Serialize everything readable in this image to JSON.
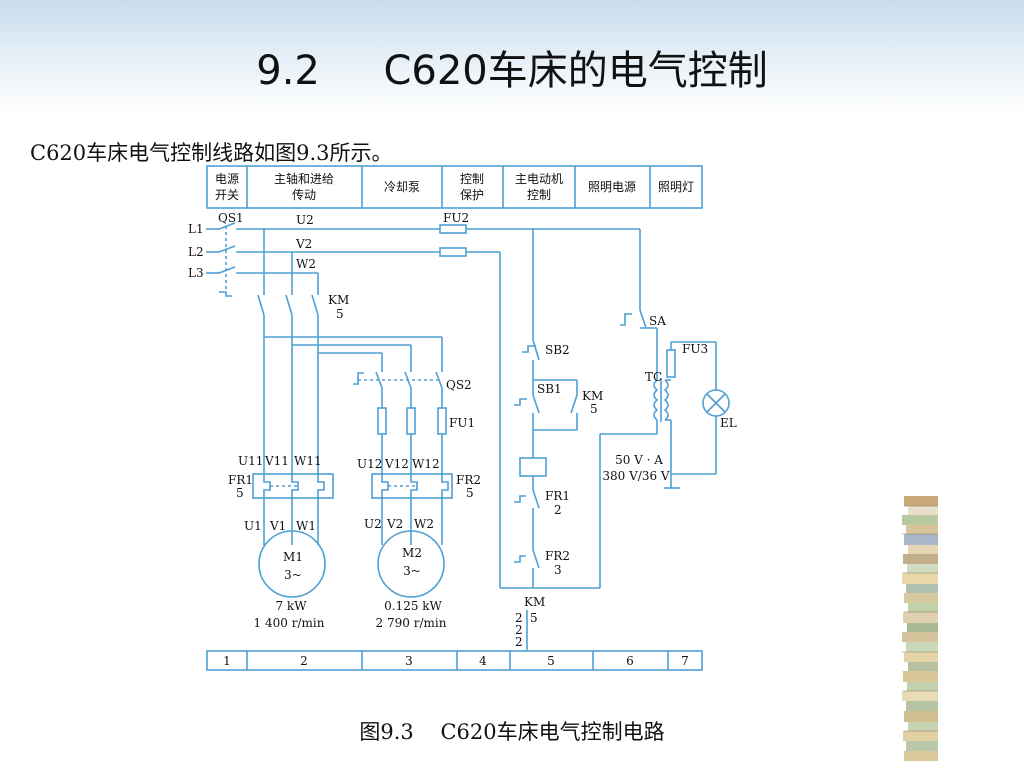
{
  "slide": {
    "title": "9.2     C620车床的电气控制",
    "intro": "C620车床电气控制线路如图9.3所示。",
    "caption": "图9.3    C620车床电气控制电路"
  },
  "diagram": {
    "header": [
      [
        "电源",
        "开关"
      ],
      [
        "主轴和进给",
        "传动"
      ],
      [
        "冷却泵"
      ],
      [
        "控制",
        "保护"
      ],
      [
        "主电动机",
        "控制"
      ],
      [
        "照明电源"
      ],
      [
        "照明灯"
      ]
    ],
    "footer": [
      "1",
      "2",
      "3",
      "4",
      "5",
      "6",
      "7"
    ],
    "labels": {
      "L1": "L1",
      "L2": "L2",
      "L3": "L3",
      "QS1": "QS1",
      "U2": "U2",
      "V2": "V2",
      "W2": "W2",
      "FU2": "FU2",
      "KM": "KM",
      "KM5": "5",
      "SA": "SA",
      "FU3": "FU3",
      "TC": "TC",
      "EL": "EL",
      "SB2": "SB2",
      "SB1": "SB1",
      "KM_aux": "KM",
      "KM_aux5": "5",
      "QS2": "QS2",
      "FU1": "FU1",
      "U11": "U11",
      "V11": "V11",
      "W11": "W11",
      "U12": "U12",
      "V12": "V12",
      "W12": "W12",
      "FR1": "FR1",
      "FR1_5": "5",
      "FR2": "FR2",
      "FR2_5": "5",
      "U1": "U1",
      "V1": "V1",
      "W1": "W1",
      "M1": "M1",
      "M1_sub": "3~",
      "M2": "M2",
      "M2_sub": "3~",
      "m1_power": "7 kW",
      "m1_speed": "1 400 r/min",
      "m2_power": "0.125 kW",
      "m2_speed": "2 790 r/min",
      "tc_va": "50 V · A",
      "tc_ratio": "380 V/36 V",
      "FR1c": "FR1",
      "FR1c_2": "2",
      "FR2c": "FR2",
      "FR2c_3": "3",
      "km_ref": "KM",
      "km_ref_a": "2",
      "km_ref_b": "2",
      "km_ref_c": "2",
      "km_ref_d": "5"
    }
  },
  "colors": {
    "line": "#4f9fd4",
    "header_bg": "#ffffff",
    "title_band": "#c7dcec"
  }
}
